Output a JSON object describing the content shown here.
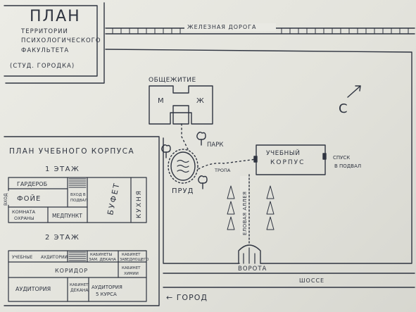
{
  "title": {
    "heading": "ПЛАН",
    "line1": "ТЕРРИТОРИИ",
    "line2": "ПСИХОЛОГИЧЕСКОГО",
    "line3": "ФАКУЛЬТЕТА",
    "line4": "(СТУД. ГОРОДКА)"
  },
  "map_labels": {
    "railway": "ЖЕЛЕЗНАЯ ДОРОГА",
    "dorm": "ОБЩЕЖИТИЕ",
    "dorm_m": "М",
    "dorm_zh": "Ж",
    "park": "ПАРК",
    "pond": "ПРУД",
    "path": "ТРОПА",
    "main_building_1": "УЧЕБНЫЙ",
    "main_building_2": "КОРПУС",
    "basement_1": "СПУСК",
    "basement_2": "В ПОДВАЛ",
    "alley": "ЕЛОВАЯ АЛЛЕЯ",
    "north": "С",
    "gate": "ВОРОТА",
    "highway": "ШОССЕ",
    "city": "← ГОРОД"
  },
  "floor_plan": {
    "title": "ПЛАН УЧЕБНОГО КОРПУСА",
    "floor1_label": "1 ЭТАЖ",
    "floor2_label": "2 ЭТАЖ",
    "vhod": "ВХОД",
    "floor1": {
      "wardrobe": "ГАРДЕРОБ",
      "foyer": "ФОЙЕ",
      "stairs_1": "ВХОД В",
      "stairs_2": "ПОДВАЛ",
      "security_1": "КОМНАТА",
      "security_2": "ОХРАНЫ",
      "medical": "МЕДПУНКТ",
      "buffet": "БУФЕТ",
      "kitchen": "КУХНЯ"
    },
    "floor2": {
      "classrooms_left": "УЧЕБНЫЕ",
      "classrooms_right": "АУДИТОРИИ",
      "cab_dean_1": "КАБИНЕТЫ",
      "cab_dean_2": "ЗАМ. ДЕКАНА",
      "cab_head_1": "КАБИНЕТ",
      "cab_head_2": "ЗАВЕДУЮЩЕГО",
      "corridor": "КОРИДОР",
      "auditorium": "АУДИТОРИЯ",
      "dean_1": "КАБИНЕТ",
      "dean_2": "ДЕКАНА",
      "aud5_1": "АУДИТОРИЯ",
      "aud5_2": "5 КУРСА",
      "cab_chem_1": "КАБИНЕТ",
      "cab_chem_2": "ХИМИИ"
    }
  },
  "colors": {
    "ink": "#2f3440",
    "paper": "#ecece6"
  }
}
